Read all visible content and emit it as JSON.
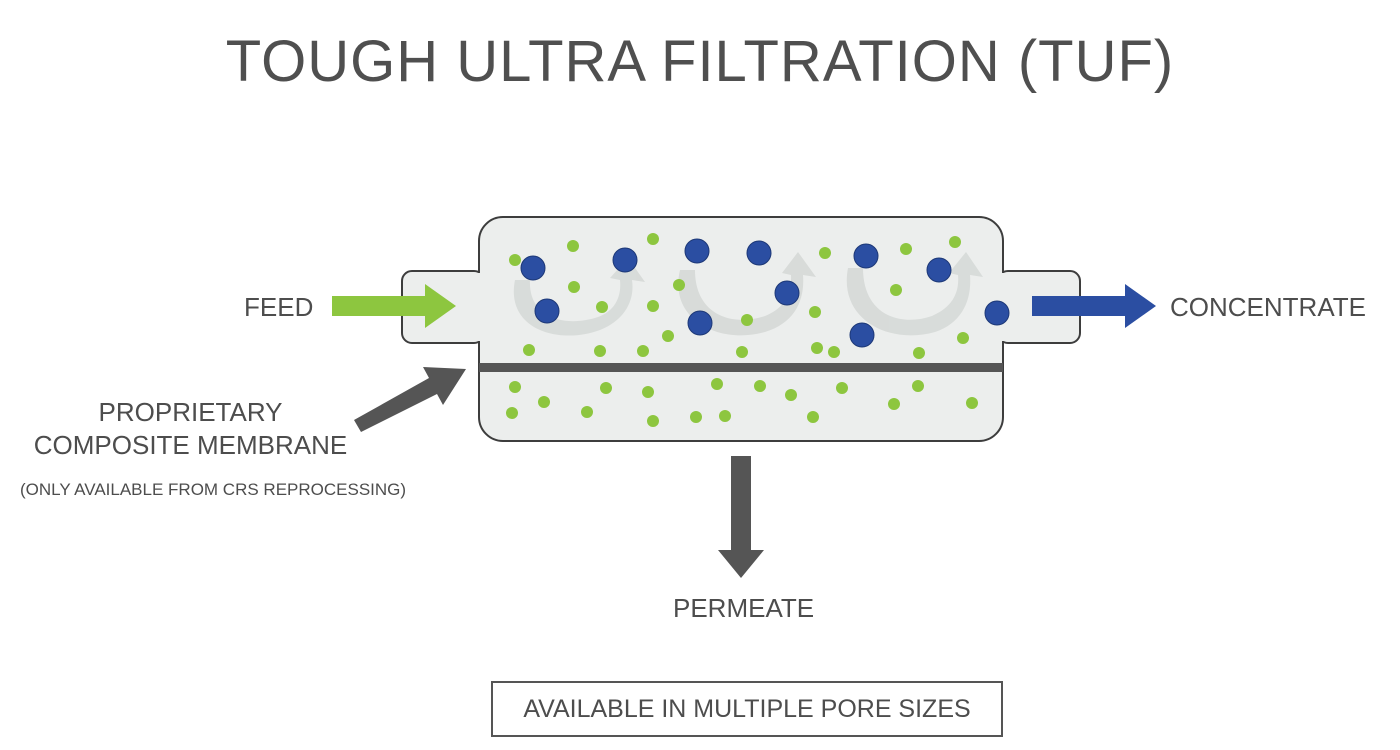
{
  "title": "TOUGH ULTRA FILTRATION (TUF)",
  "labels": {
    "feed": "FEED",
    "concentrate": "CONCENTRATE",
    "membrane_line1": "PROPRIETARY",
    "membrane_line2": "COMPOSITE MEMBRANE",
    "membrane_note": "(ONLY AVAILABLE FROM CRS REPROCESSING)",
    "permeate": "PERMEATE"
  },
  "pore_sizes_note": "AVAILABLE IN MULTIPLE PORE SIZES",
  "colors": {
    "feed_arrow": "#8dc63f",
    "concentrate_arrow": "#2b4ea2",
    "dark_arrow": "#555555",
    "small_particle": "#8dc63f",
    "large_particle": "#2b4ea2",
    "vessel_fill": "#eceeed",
    "vessel_stroke": "#3d3d3d",
    "membrane": "#555555",
    "flow_swirl": "#d6d9d7"
  }
}
